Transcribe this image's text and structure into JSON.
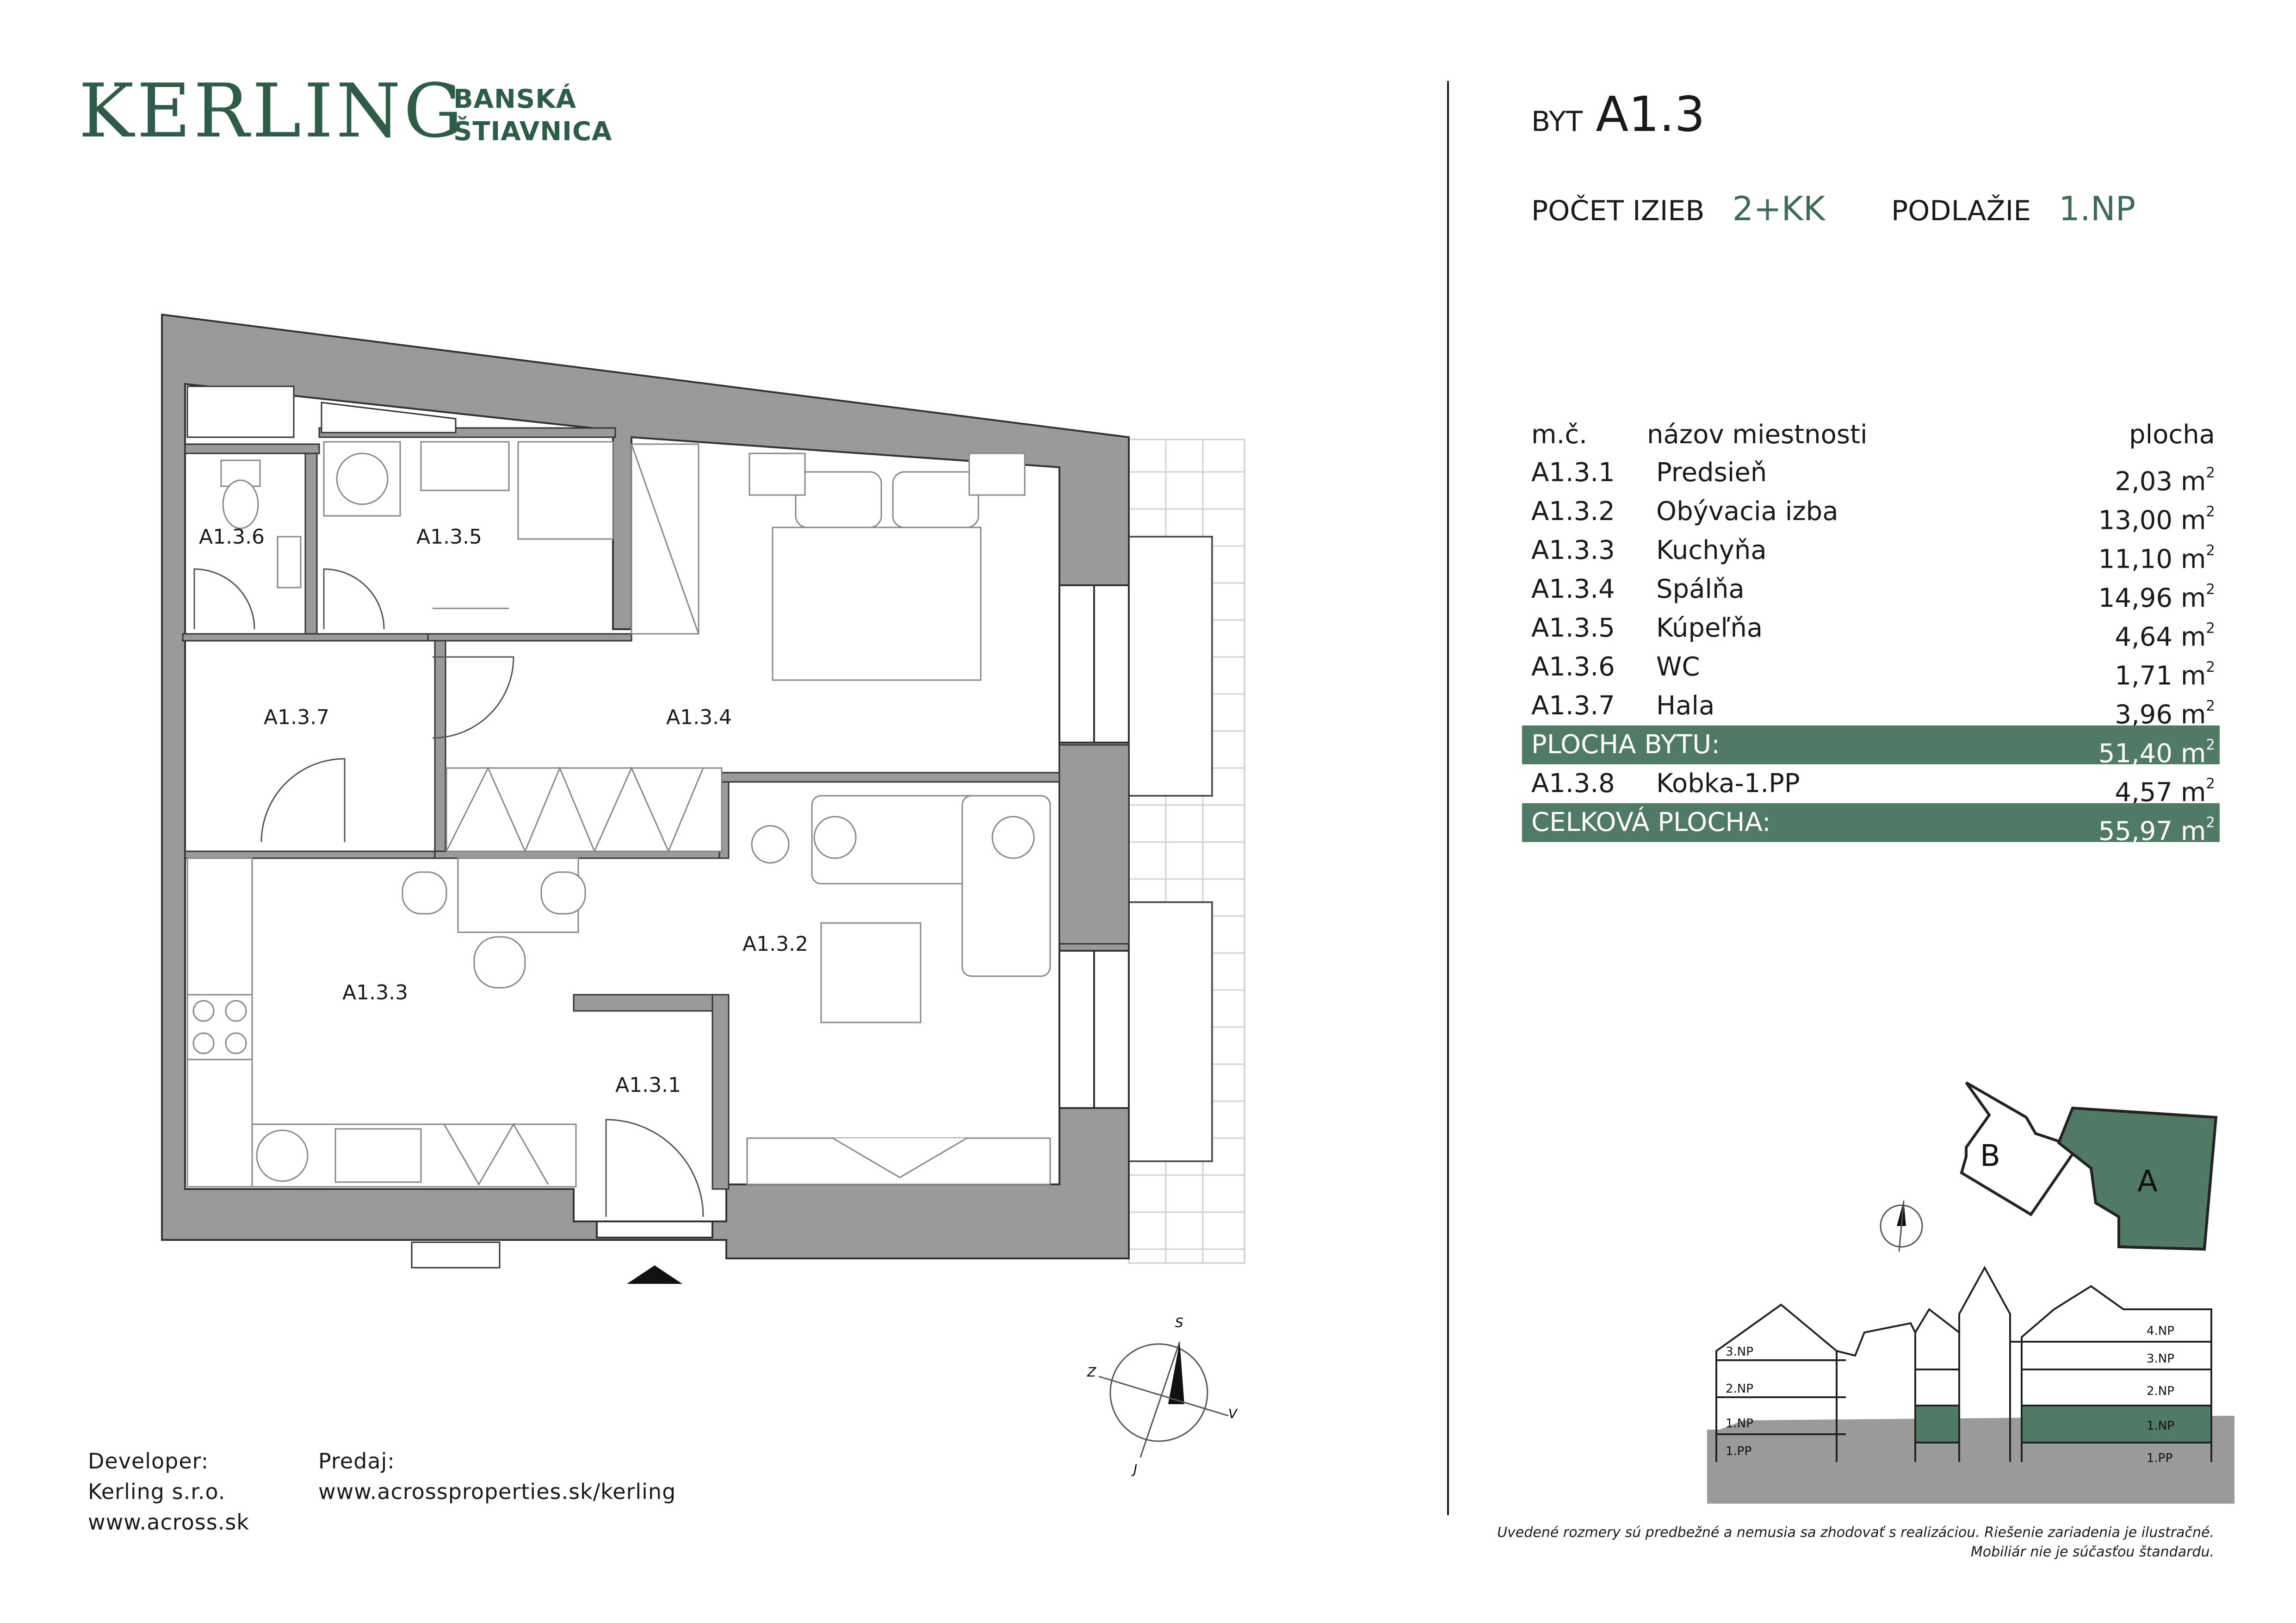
{
  "brand": {
    "name": "KERLING",
    "location_line1": "BANSKÁ",
    "location_line2": "ŠTIAVNICA"
  },
  "unit": {
    "label": "BYT",
    "code": "A1.3",
    "rooms_label": "POČET IZIEB",
    "rooms_value": "2+KK",
    "floor_label": "PODLAŽIE",
    "floor_value": "1.NP"
  },
  "table": {
    "headers": {
      "number": "m.č.",
      "name": "názov miestnosti",
      "area": "plocha"
    },
    "rooms": [
      {
        "number": "A1.3.1",
        "name": "Predsieň",
        "area": "2,03 m"
      },
      {
        "number": "A1.3.2",
        "name": "Obývacia izba",
        "area": "13,00 m"
      },
      {
        "number": "A1.3.3",
        "name": "Kuchyňa",
        "area": "11,10 m"
      },
      {
        "number": "A1.3.4",
        "name": "Spálňa",
        "area": "14,96 m"
      },
      {
        "number": "A1.3.5",
        "name": "Kúpeľňa",
        "area": "4,64 m"
      },
      {
        "number": "A1.3.6",
        "name": "WC",
        "area": "1,71 m"
      },
      {
        "number": "A1.3.7",
        "name": "Hala",
        "area": "3,96 m"
      }
    ],
    "unit_total": {
      "label": "PLOCHA BYTU:",
      "area": "51,40 m"
    },
    "storage": {
      "number": "A1.3.8",
      "name": "Kobka-1.PP",
      "area": "4,57 m"
    },
    "grand_total": {
      "label": "CELKOVÁ PLOCHA:",
      "area": "55,97 m"
    },
    "area_exponent": "2"
  },
  "plan_labels": {
    "r1": "A1.3.1",
    "r2": "A1.3.2",
    "r3": "A1.3.3",
    "r4": "A1.3.4",
    "r5": "A1.3.5",
    "r6": "A1.3.6",
    "r7": "A1.3.7"
  },
  "compass": {
    "north": "S",
    "south": "J",
    "west": "Z",
    "east": "V"
  },
  "site": {
    "building_b": "B",
    "building_a": "A"
  },
  "section_floors": {
    "left": [
      "3.NP",
      "2.NP",
      "1.NP",
      "1.PP"
    ],
    "right": [
      "4.NP",
      "3.NP",
      "2.NP",
      "1.NP",
      "1.PP"
    ]
  },
  "footer": {
    "developer_label": "Developer:",
    "developer_name": "Kerling s.r.o.",
    "developer_web": "www.across.sk",
    "sales_label": "Predaj:",
    "sales_web": "www.acrossproperties.sk/kerling"
  },
  "disclaimer": {
    "line1": "Uvedené rozmery sú predbežné a nemusia sa zhodovať s realizáciou. Riešenie zariadenia je ilustračné.",
    "line2": "Mobiliár nie je súčasťou štandardu."
  },
  "colors": {
    "accent": "#3f6b57",
    "band": "#517a66",
    "wall": "#9a9a9a"
  }
}
